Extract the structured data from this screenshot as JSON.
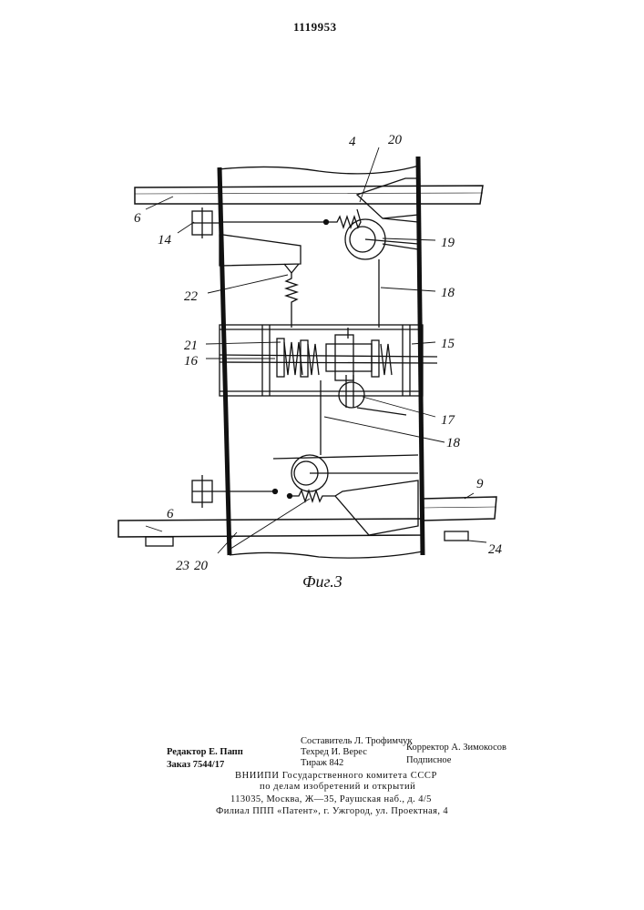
{
  "document": {
    "patent_number": "1119953",
    "figure_caption": "Фиг.3"
  },
  "labels": {
    "l4": "4",
    "l20_top": "20",
    "l6_top": "6",
    "l14": "14",
    "l19": "19",
    "l22": "22",
    "l18_top": "18",
    "l21": "21",
    "l16": "16",
    "l15": "15",
    "l17": "17",
    "l18_bottom": "18",
    "l9": "9",
    "l6_bottom": "6",
    "l23": "23",
    "l20_bottom": "20",
    "l24": "24"
  },
  "colophon": {
    "compiler": "Составитель Л. Трофимчук",
    "editor": "Редактор Е. Папп",
    "techred": "Техред И. Верес",
    "corrector": "Корректор А. Зимокосов",
    "order": "Заказ 7544/17",
    "circulation": "Тираж 842",
    "subscription": "Подписное",
    "org_line1": "ВНИИПИ Государственного комитета СССР",
    "org_line2": "по делам изобретений и открытий",
    "address": "113035, Москва, Ж—35, Раушская наб., д. 4/5",
    "branch": "Филиал ППП «Патент», г. Ужгород, ул. Проектная, 4"
  }
}
